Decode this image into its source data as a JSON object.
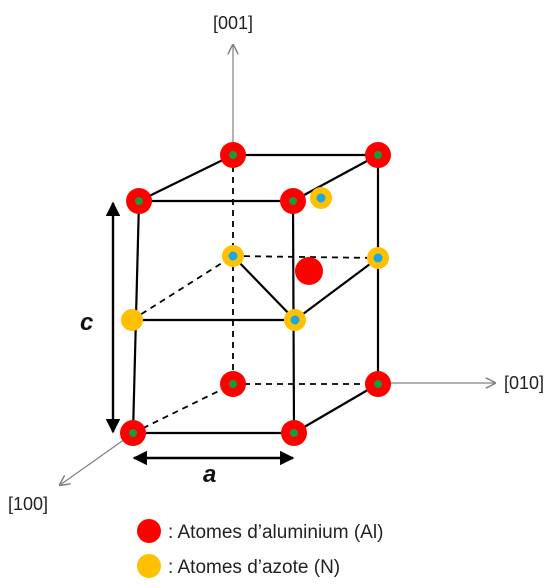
{
  "axes": {
    "z_label": "[001]",
    "y_label": "[010]",
    "x_label": "[100]"
  },
  "parameters": {
    "a_label": "a",
    "c_label": "c"
  },
  "legend": {
    "aluminium_label": ": Atomes d’aluminium (Al)",
    "nitrogen_label": ": Atomes d’azote (N)"
  },
  "colors": {
    "aluminium": "#ff0000",
    "nitrogen": "#ffc000",
    "al_center_dot": "#1a9a3a",
    "n_center_dot": "#19a8e0",
    "line": "#000000",
    "axis": "#808080"
  }
}
